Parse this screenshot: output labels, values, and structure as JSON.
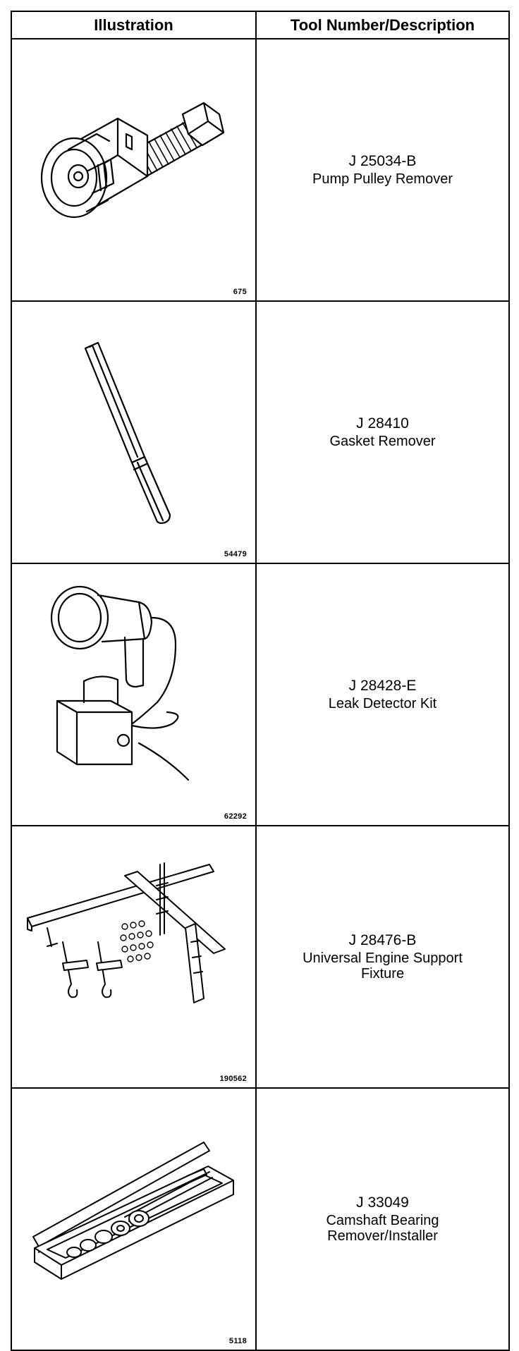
{
  "table": {
    "header": {
      "illustration": "Illustration",
      "tool": "Tool Number/Description"
    },
    "rows": [
      {
        "figure": "675",
        "illustration_icon": "pump-pulley-remover-icon",
        "number": "J 25034-B",
        "description": "Pump Pulley Remover"
      },
      {
        "figure": "54479",
        "illustration_icon": "gasket-remover-icon",
        "number": "J 28410",
        "description": "Gasket Remover"
      },
      {
        "figure": "62292",
        "illustration_icon": "leak-detector-kit-icon",
        "number": "J 28428-E",
        "description": "Leak Detector Kit"
      },
      {
        "figure": "190562",
        "illustration_icon": "engine-support-fixture-icon",
        "number": "J 28476-B",
        "description": "Universal Engine Support Fixture"
      },
      {
        "figure": "5118",
        "illustration_icon": "camshaft-bearing-tool-icon",
        "number": "J 33049",
        "description": "Camshaft Bearing Remover/Installer"
      }
    ]
  }
}
